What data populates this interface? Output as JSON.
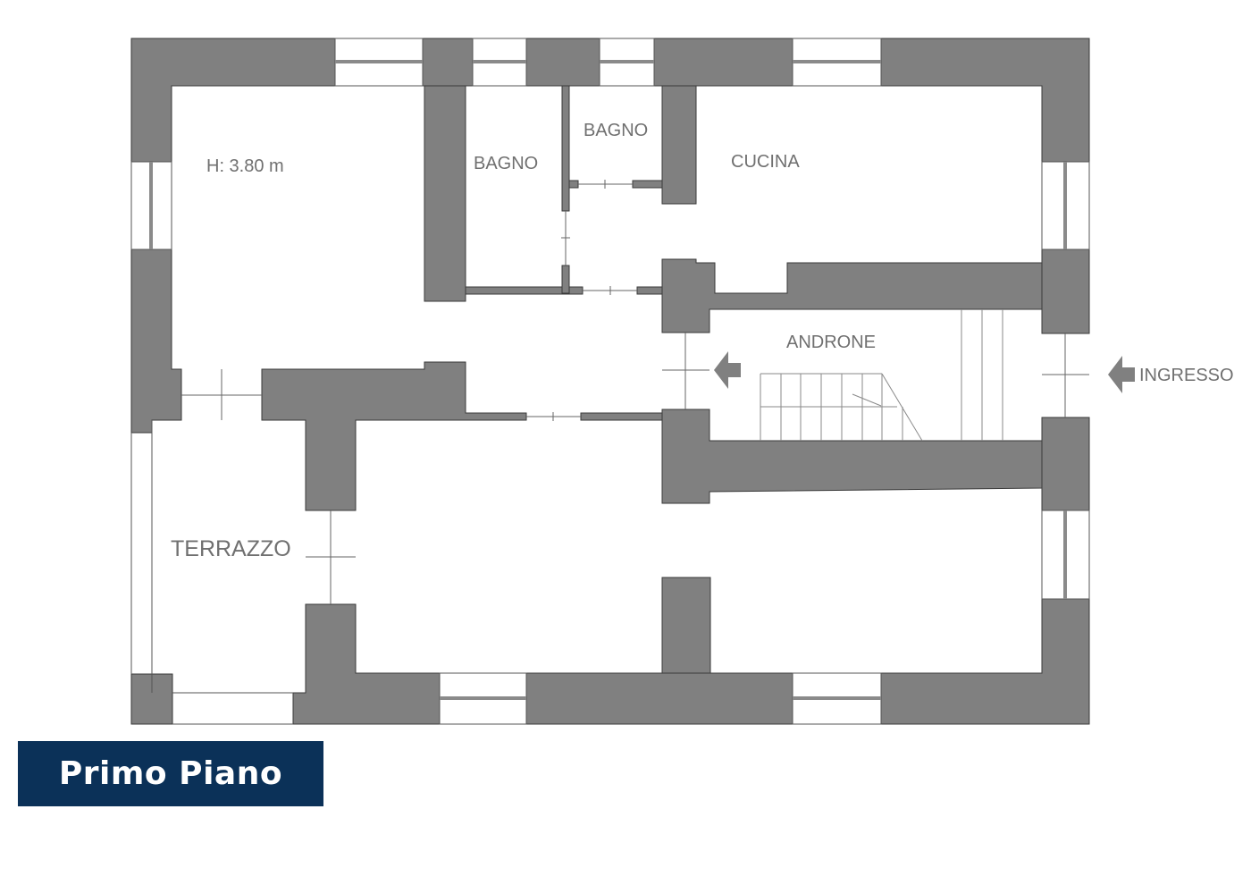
{
  "plan": {
    "labels": {
      "height": "H: 3.80 m",
      "bagno_1": "BAGNO",
      "bagno_2": "BAGNO",
      "cucina": "CUCINA",
      "androne": "ANDRONE",
      "ingresso": "INGRESSO",
      "terrazzo": "TERRAZZO"
    },
    "icons": {
      "entrance_arrow": "arrow-left-icon",
      "androne_arrow": "arrow-left-icon"
    },
    "colors": {
      "wall": "#808080",
      "label": "#707070",
      "title_background": "#0b3158",
      "title_text": "#ffffff"
    }
  },
  "title": "Primo Piano"
}
